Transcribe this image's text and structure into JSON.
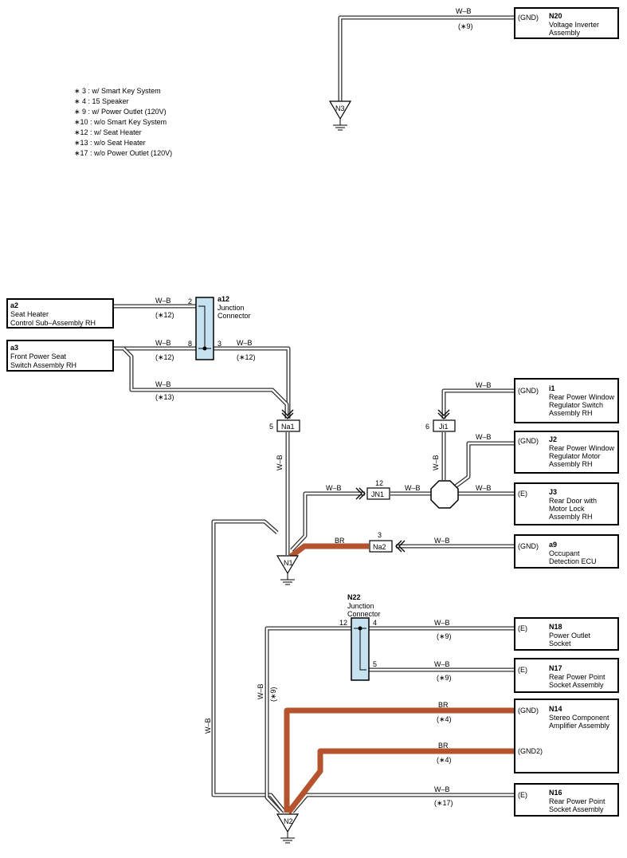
{
  "notes": [
    "∗ 3 : w/ Smart Key System",
    "∗ 4 : 15 Speaker",
    "∗ 9 : w/ Power Outlet (120V)",
    "∗10 : w/o Smart Key System",
    "∗12 : w/ Seat Heater",
    "∗13 : w/o Seat Heater",
    "∗17 : w/o Power Outlet (120V)"
  ],
  "components": {
    "n20": {
      "id": "N20",
      "line1": "Voltage Inverter",
      "line2": "Assembly",
      "line3": "",
      "terminal": "(GND)"
    },
    "a2": {
      "id": "a2",
      "line1": "Seat Heater",
      "line2": "Control Sub–Assembly RH"
    },
    "a3": {
      "id": "a3",
      "line1": "Front Power Seat",
      "line2": "Switch Assembly RH"
    },
    "i1": {
      "id": "i1",
      "line1": "Rear Power Window",
      "line2": "Regulator Switch",
      "line3": "Assembly RH",
      "terminal": "(GND)"
    },
    "j2": {
      "id": "J2",
      "line1": "Rear Power Window",
      "line2": "Regulator Motor",
      "line3": "Assembly RH",
      "terminal": "(GND)"
    },
    "j3": {
      "id": "J3",
      "line1": "Rear Door with",
      "line2": "Motor Lock",
      "line3": "Assembly RH",
      "terminal": "(E)"
    },
    "a9": {
      "id": "a9",
      "line1": "Occupant",
      "line2": "Detection ECU",
      "terminal": "(GND)"
    },
    "n18": {
      "id": "N18",
      "line1": "Power Outlet",
      "line2": "Socket",
      "terminal": "(E)"
    },
    "n17": {
      "id": "N17",
      "line1": "Rear Power Point",
      "line2": "Socket Assembly",
      "terminal": "(E)"
    },
    "n14": {
      "id": "N14",
      "line1": "Stereo Component",
      "line2": "Amplifier Assembly",
      "terminal1": "(GND)",
      "terminal2": "(GND2)"
    },
    "n16": {
      "id": "N16",
      "line1": "Rear Power Point",
      "line2": "Socket Assembly",
      "terminal": "(E)"
    }
  },
  "junctions": {
    "a12": {
      "id": "a12",
      "line1": "Junction",
      "line2": "Connector",
      "pin_a": "2",
      "pin_b": "8",
      "pin_c": "3"
    },
    "n22": {
      "id": "N22",
      "line1": "Junction",
      "line2": "Connector",
      "pin_a": "12",
      "pin_b": "4",
      "pin_c": "5"
    }
  },
  "connectors": {
    "na1": {
      "label": "Na1",
      "pin": "5"
    },
    "ji1": {
      "label": "Ji1",
      "pin": "6"
    },
    "jn1": {
      "label": "JN1",
      "pin": "12"
    },
    "na2": {
      "label": "Na2",
      "pin": "3"
    }
  },
  "grounds": {
    "n3": "N3",
    "n1": "N1",
    "n2": "N2"
  },
  "wire_labels": {
    "wb": "W–B",
    "br": "BR",
    "c9": "(∗9)",
    "c12": "(∗12)",
    "c13": "(∗13)",
    "c4": "(∗4)",
    "c17": "(∗17)"
  },
  "colors": {
    "wire_outline": "#333333",
    "br_wire": "#b5532e",
    "junction_fill": "#c6e2f0"
  }
}
